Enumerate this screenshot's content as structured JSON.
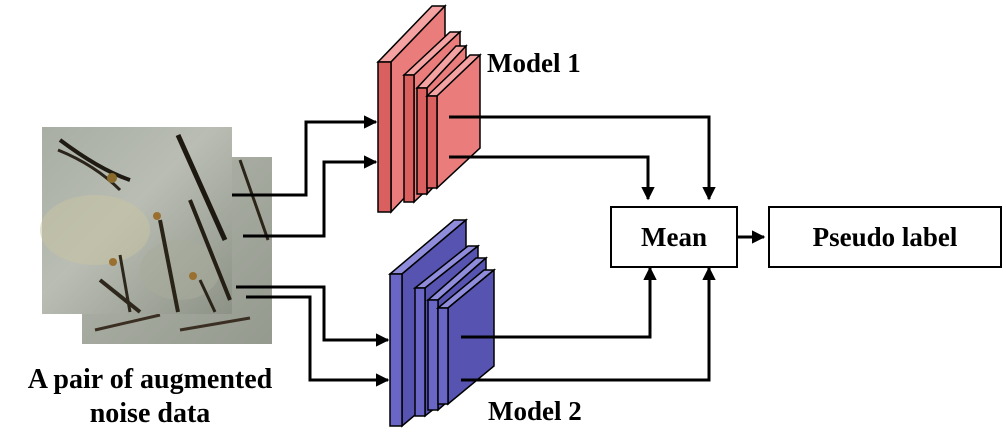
{
  "labels": {
    "model1": "Model 1",
    "model2": "Model 2",
    "mean": "Mean",
    "pseudo_label": "Pseudo label",
    "input_line1": "A pair of augmented",
    "input_line2": "noise data"
  },
  "colors": {
    "model1_front": "#d9605e",
    "model1_side": "#ea7c7b",
    "model1_top": "#f4a3a2",
    "model2_front": "#6a66c6",
    "model2_side": "#5654b0",
    "model2_top": "#8f8cdc",
    "stroke": "#000000"
  },
  "icons": {
    "input_image": "scalp-hair-photo",
    "model": "stacked-layers-icon"
  }
}
